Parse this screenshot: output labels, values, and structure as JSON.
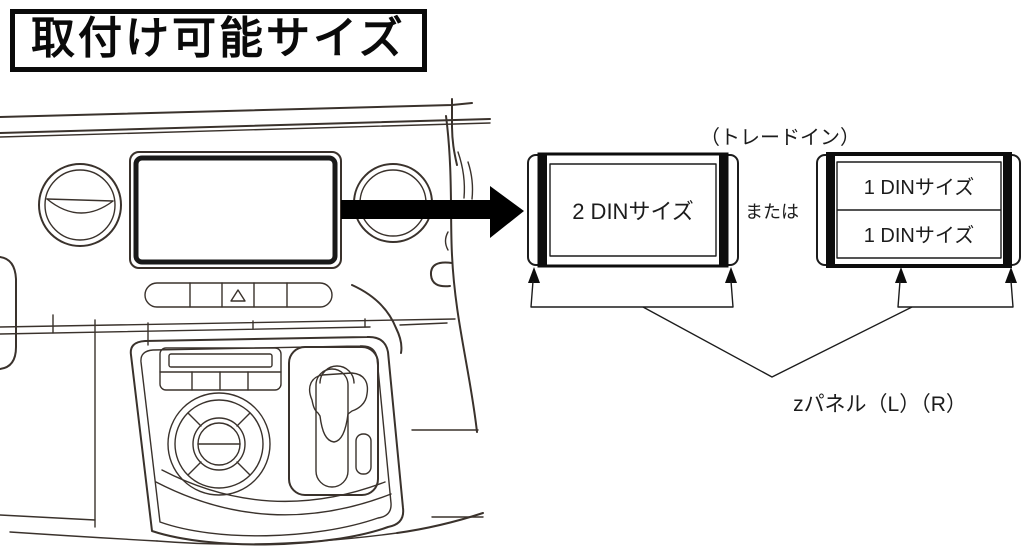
{
  "header": {
    "title": "取付け可能サイズ"
  },
  "diagram": {
    "trade_in": "（トレードイン）",
    "din2": "2 DINサイズ",
    "or": "または",
    "din1_top": "1 DINサイズ",
    "din1_bottom": "1 DINサイズ",
    "z_panel": "zパネル（L）（R）"
  },
  "icons": {
    "arrow": "big-right-arrow-icon",
    "hazard": "hazard-triangle-icon",
    "callout": "up-arrow-icon"
  },
  "colors": {
    "background": "#ffffff",
    "line_art": "#3a322c",
    "diagram_ink": "#1c1c1c",
    "solid_black": "#0d0d0d"
  }
}
